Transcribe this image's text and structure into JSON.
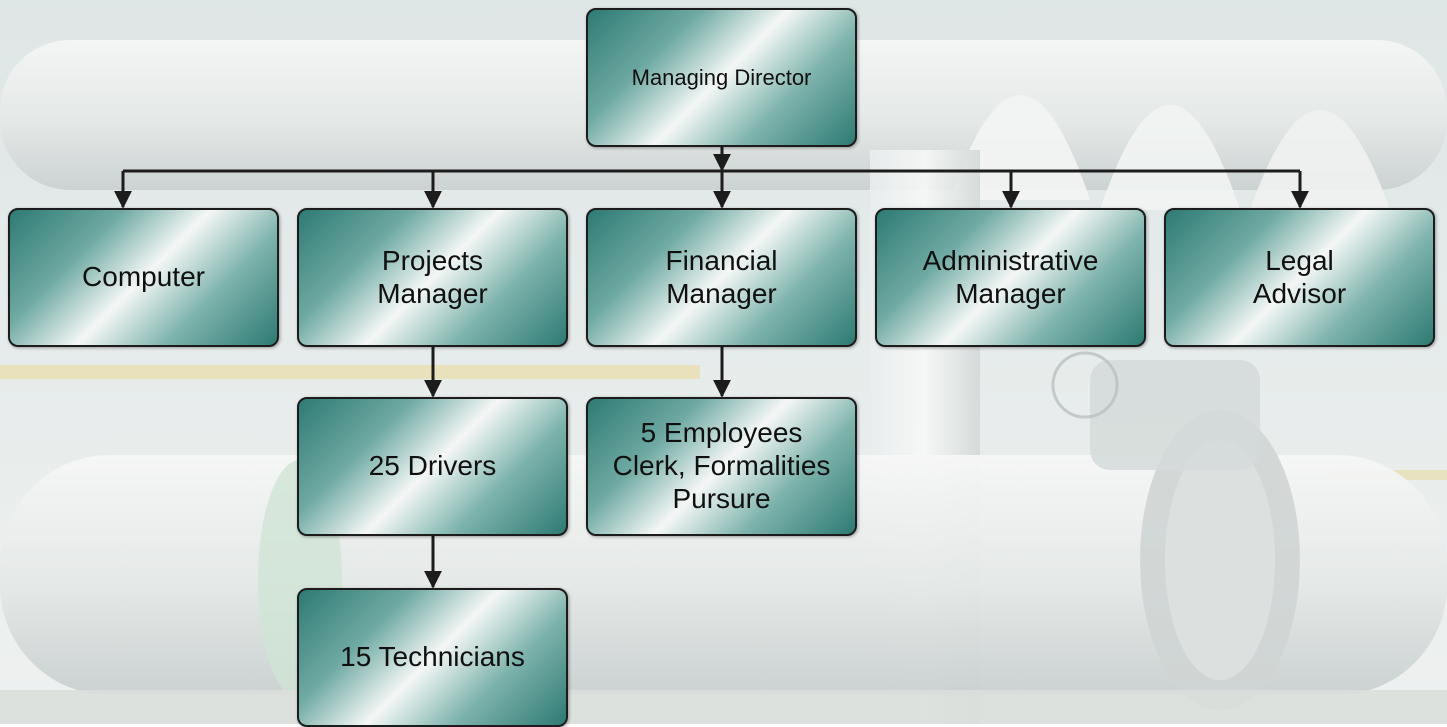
{
  "org_chart": {
    "managing_director": "Managing Director",
    "departments": {
      "computer": [
        "Computer"
      ],
      "projects_manager": [
        "Projects",
        "Manager"
      ],
      "financial_manager": [
        "Financial",
        "Manager"
      ],
      "administrative_manager": [
        "Administrative",
        "Manager"
      ],
      "legal_advisor": [
        "Legal",
        "Advisor"
      ]
    },
    "drivers": "25 Drivers",
    "employees": [
      "5 Employees",
      "Clerk, Formalities",
      "Pursure"
    ],
    "technicians": "15 Technicians"
  },
  "colors": {
    "box_dark": "#2e7a74",
    "box_light": "#f4f7f6",
    "connector": "#1c1c1c",
    "background": "#e6ebea"
  }
}
